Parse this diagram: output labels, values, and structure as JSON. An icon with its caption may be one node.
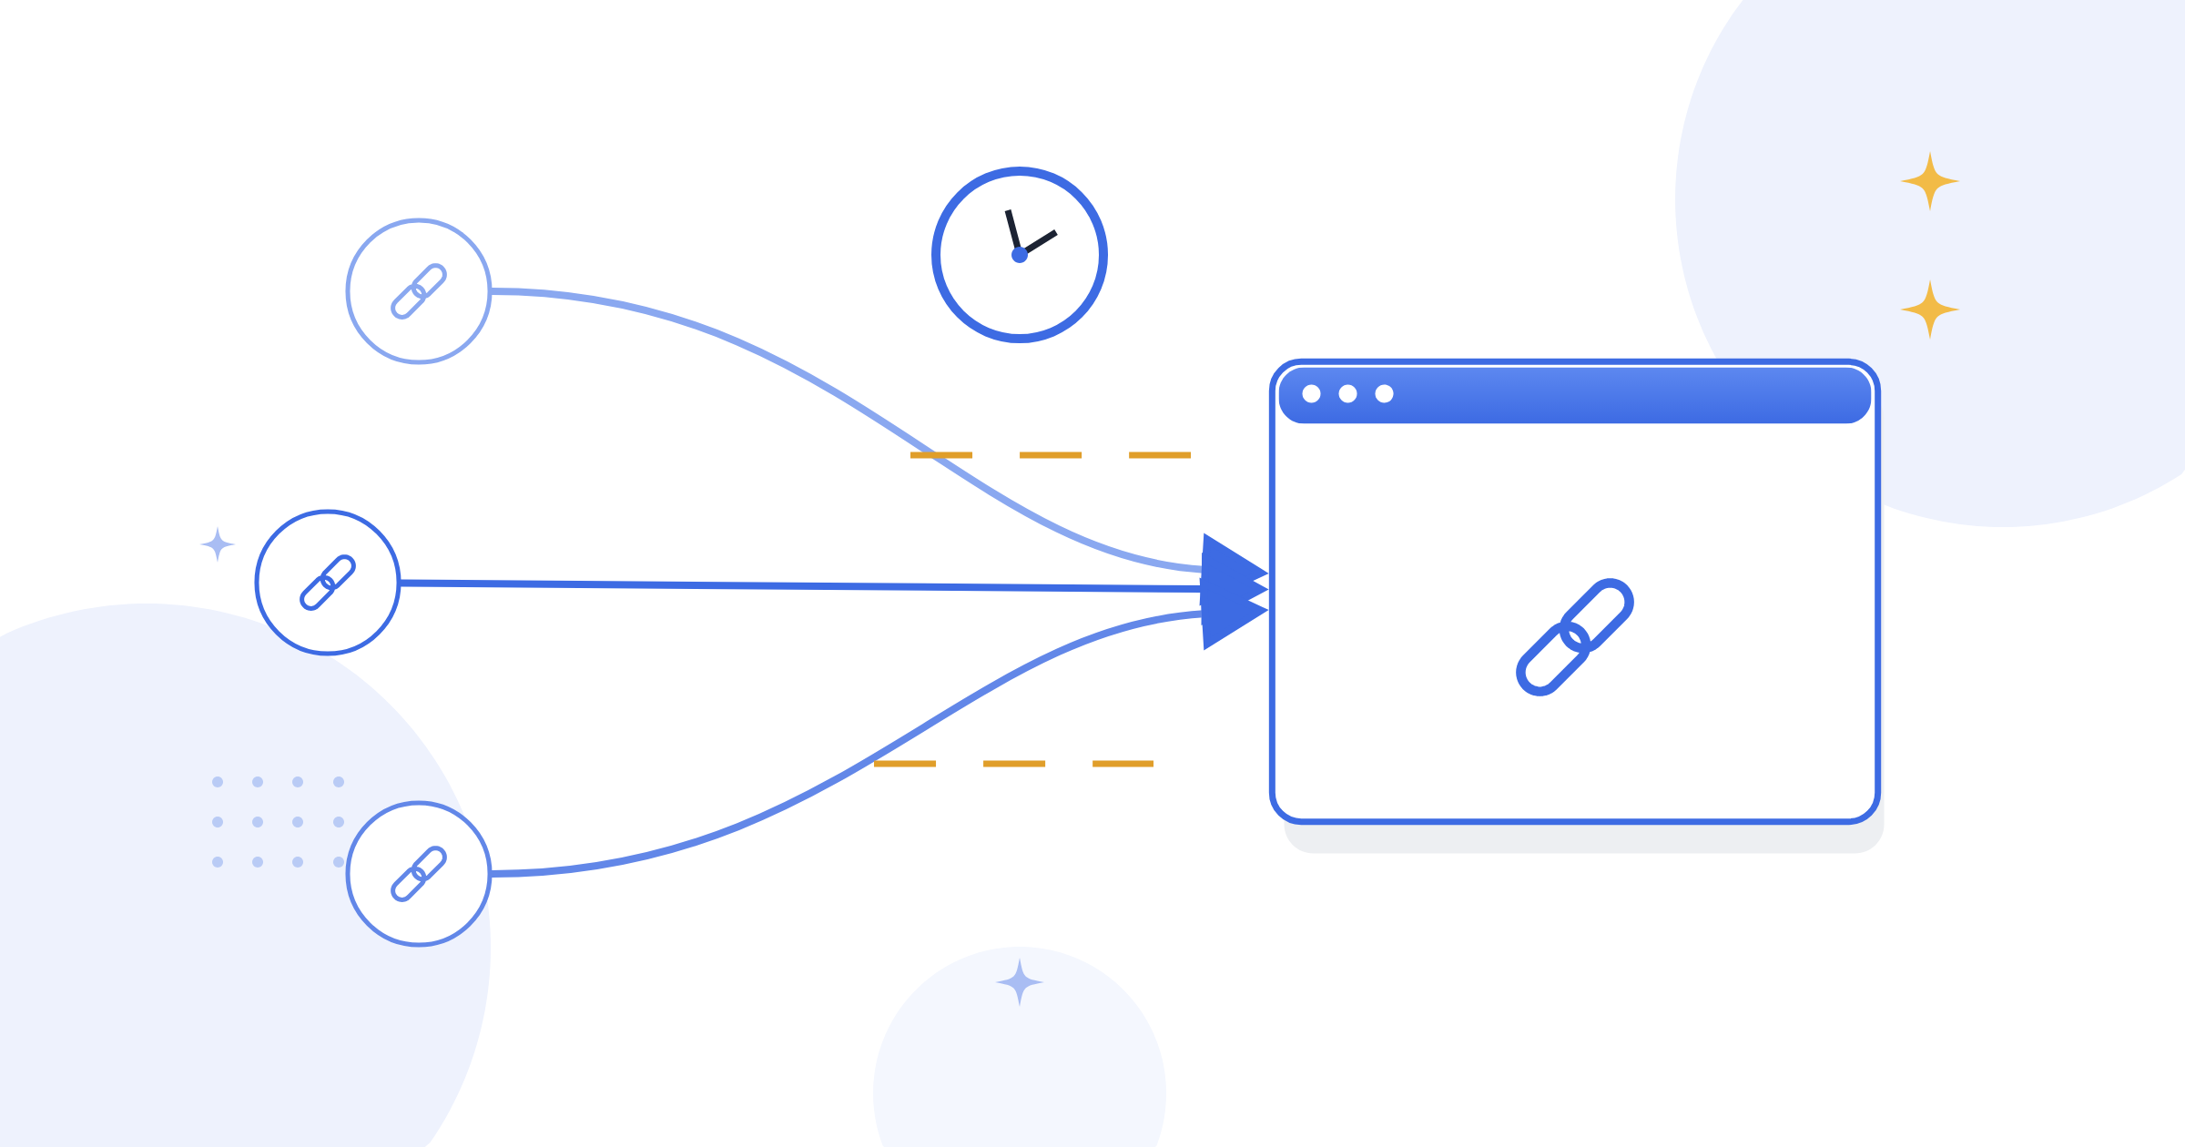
{
  "diagram": {
    "nodes": [
      {
        "text": [],
        "shape": "circle"
      },
      {
        "text": [],
        "shape": "circle"
      },
      {
        "text": [],
        "shape": "circle"
      },
      {
        "text": [],
        "shape": "picture"
      }
    ],
    "edges": [
      {
        "from": 0,
        "to": 3,
        "arrow": "to",
        "color": "#8aa8f0"
      },
      {
        "from": 1,
        "to": 3,
        "arrow": "to",
        "color": "#3d6be3"
      },
      {
        "from": 2,
        "to": 3,
        "arrow": "to",
        "color": "#6287e8"
      }
    ]
  }
}
